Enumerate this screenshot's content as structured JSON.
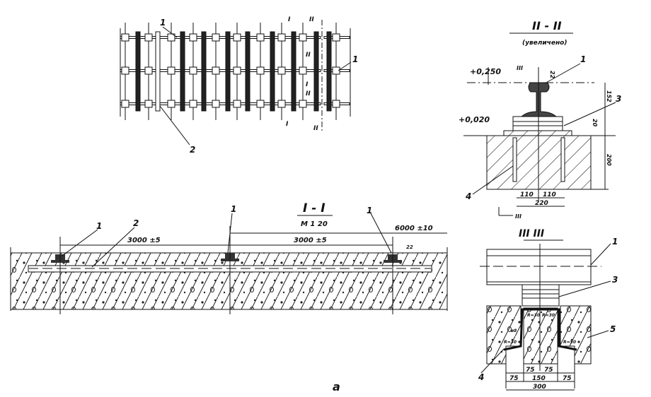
{
  "figure_label": "а",
  "plan": {
    "leader_rail": "1",
    "leader_sleeper": "2",
    "leader_rail_right": "1",
    "section_marks": [
      "I",
      "II",
      "II",
      "I",
      "II",
      "I",
      "II"
    ]
  },
  "section_1": {
    "title": "I - I",
    "scale": "М 1 20",
    "dim_left": "3000 ±5",
    "dim_right": "3000 ±5",
    "dim_total": "6000 ±10",
    "dim_small": "22",
    "labels": [
      "1",
      "2",
      "1",
      "1"
    ]
  },
  "section_2": {
    "title": "II - II",
    "subtitle": "(увеличено)",
    "elev_top": "+0,250",
    "elev_bottom": "+0,020",
    "section_mark": "III",
    "section_mark_bottom": "III",
    "dim_rail": "22",
    "dim_height": "152",
    "dim_pad": "20",
    "dim_depth": "200",
    "dim_half_left": "110",
    "dim_half_right": "110",
    "dim_width": "220",
    "labels": [
      "1",
      "3",
      "4"
    ]
  },
  "section_3": {
    "title": "III  III",
    "radius_labels": [
      "R=30",
      "R=30",
      "R=30",
      "R=50"
    ],
    "dia_label": "ø8",
    "dims_inner": [
      "75",
      "75"
    ],
    "dims_outer": [
      "75",
      "150",
      "75"
    ],
    "dim_total": "300",
    "labels": [
      "1",
      "3",
      "5",
      "4"
    ]
  }
}
